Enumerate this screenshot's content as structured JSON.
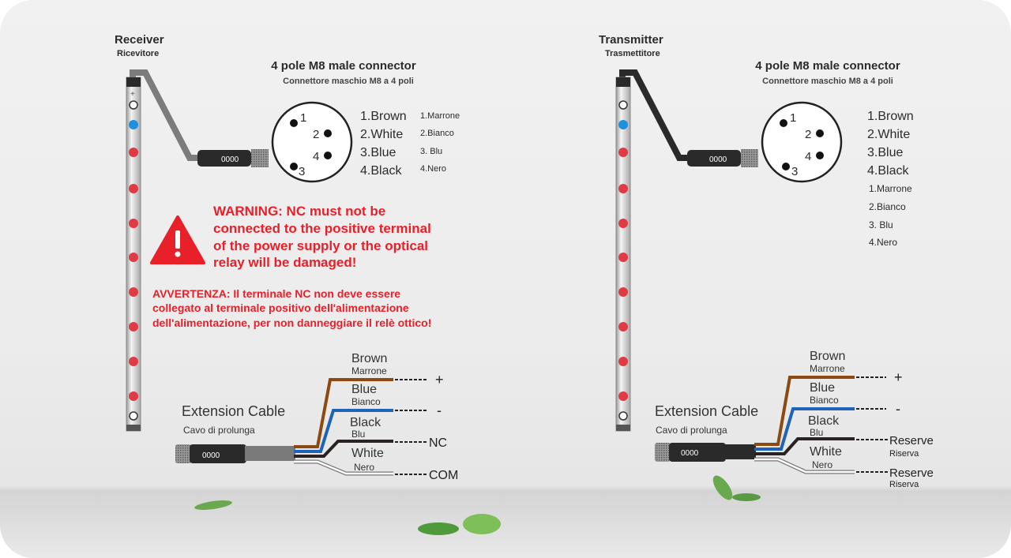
{
  "receiver": {
    "title": "Receiver",
    "subtitle": "Ricevitore",
    "connector_title": "4 pole M8 male connector",
    "connector_subtitle": "Connettore maschio M8 a 4 poli",
    "connector_code": "0000",
    "pins": [
      "1",
      "2",
      "3",
      "4"
    ],
    "pin_list": [
      "1.Brown",
      "2.White",
      "3.Blue",
      "4.Black"
    ],
    "pin_list_it": [
      "1.Marrone",
      "2.Bianco",
      "3. Blu",
      "4.Nero"
    ],
    "warning_en": [
      "WARNING: NC  must not be",
      "connected to the positive terminal",
      "of the power supply or the optical",
      "relay will be damaged!"
    ],
    "warning_it": [
      "AVVERTENZA: Il terminale NC non deve essere",
      "collegato al terminale positivo dell'alimentazione",
      "dell'alimentazione, per non danneggiare il relè ottico!"
    ],
    "cable_label": "Extension Cable",
    "cable_label_it": "Cavo di prolunga",
    "cable_code": "0000",
    "wires": [
      {
        "name": "Brown",
        "name_it": "Marrone",
        "terminal": "+",
        "color": "#8a4a12"
      },
      {
        "name": "Blue",
        "name_it": "Bianco",
        "terminal": "-",
        "color": "#1e63b8"
      },
      {
        "name": "Black",
        "name_it": "Blu",
        "terminal": "NC",
        "color": "#2a2220"
      },
      {
        "name": "White",
        "name_it": "Nero",
        "terminal": "COM",
        "color": "#ffffff"
      }
    ]
  },
  "transmitter": {
    "title": "Transmitter",
    "subtitle": "Trasmettitore",
    "connector_title": "4 pole M8 male connector",
    "connector_subtitle": "Connettore maschio M8 a 4 poli",
    "connector_code": "0000",
    "pins": [
      "1",
      "2",
      "3",
      "4"
    ],
    "pin_list": [
      "1.Brown",
      "2.White",
      "3.Blue",
      "4.Black"
    ],
    "pin_list_it": [
      "1.Marrone",
      "2.Bianco",
      "3. Blu",
      "4.Nero"
    ],
    "cable_label": "Extension Cable",
    "cable_label_it": "Cavo di prolunga",
    "cable_code": "0000",
    "wires": [
      {
        "name": "Brown",
        "name_it": "Marrone",
        "terminal": "+",
        "color": "#8a4a12"
      },
      {
        "name": "Blue",
        "name_it": "Bianco",
        "terminal": "-",
        "color": "#1e63b8"
      },
      {
        "name": "Black",
        "name_it": "Blu",
        "terminal": "Reserve",
        "terminal_it": "Riserva",
        "color": "#2a2220"
      },
      {
        "name": "White",
        "name_it": "Nero",
        "terminal": "Reserve",
        "terminal_it": "Riserva",
        "color": "#ffffff"
      }
    ]
  },
  "colors": {
    "warning": "#e8202a",
    "led_red": "#e03a44",
    "led_blue": "#1e90e0"
  }
}
